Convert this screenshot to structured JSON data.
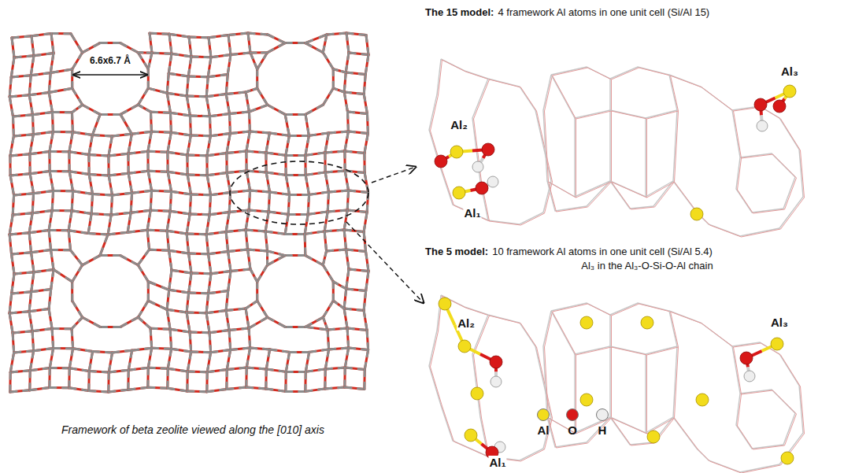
{
  "diagram": {
    "labels": [
      "6.6x6.7 Å",
      "Framework of beta zeolite viewed along the [010] axis",
      "The 15 model:",
      "4 framework Al atoms in one unit cell (Si/Al 15)",
      "Al₂",
      "Al₃",
      "Al₁",
      "The 5 model:",
      "10 framework Al atoms in one unit cell (Si/Al 5.4)",
      "Al₃ in the Al₃-O-Si-O-Al chain",
      "Al₂",
      "Al₃",
      "Al₁"
    ],
    "legend": [
      {
        "text": "Al",
        "color": "#f2dc1c"
      },
      {
        "text": "O",
        "color": "#d81818"
      },
      {
        "text": "H",
        "color": "#eeeeee"
      }
    ]
  }
}
